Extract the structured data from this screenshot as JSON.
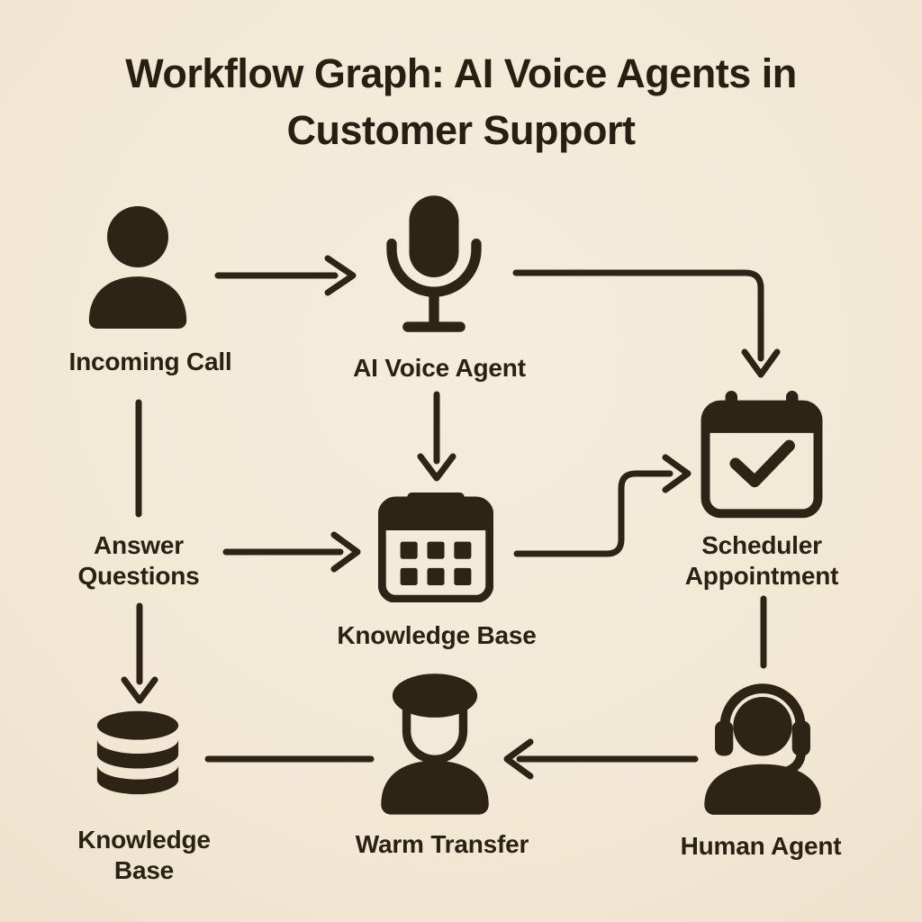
{
  "title": "Workflow Graph: AI Voice Agents in\nCustomer Support",
  "colors": {
    "background": "#f2e9d8",
    "ink": "#2e2416"
  },
  "nodes": {
    "incoming_call": {
      "label": "Incoming Call",
      "icon": "person-icon"
    },
    "ai_voice_agent": {
      "label": "AI Voice Agent",
      "icon": "microphone-icon"
    },
    "scheduler_appointment": {
      "label": "Scheduler\nAppointment",
      "icon": "calendar-check-icon"
    },
    "answer_questions": {
      "label": "Answer\nQuestions"
    },
    "knowledge_base_center": {
      "label": "Knowledge Base",
      "icon": "calendar-grid-icon"
    },
    "knowledge_base_db": {
      "label": "Knowledge\nBase",
      "icon": "database-icon"
    },
    "warm_transfer": {
      "label": "Warm Transfer",
      "icon": "person-hat-icon"
    },
    "human_agent": {
      "label": "Human Agent",
      "icon": "headset-person-icon"
    }
  },
  "edges": [
    {
      "from": "incoming_call",
      "to": "ai_voice_agent",
      "style": "arrow-right"
    },
    {
      "from": "ai_voice_agent",
      "to": "scheduler_appointment",
      "style": "elbow-arrow-down"
    },
    {
      "from": "ai_voice_agent",
      "to": "knowledge_base_center",
      "style": "arrow-down"
    },
    {
      "from": "incoming_call",
      "to": "answer_questions",
      "style": "plain-line-down"
    },
    {
      "from": "answer_questions",
      "to": "knowledge_base_center",
      "style": "arrow-right"
    },
    {
      "from": "answer_questions",
      "to": "knowledge_base_db",
      "style": "arrow-down"
    },
    {
      "from": "knowledge_base_center",
      "to": "scheduler_appointment",
      "style": "elbow-arrow-up-right"
    },
    {
      "from": "scheduler_appointment",
      "to": "human_agent",
      "style": "plain-line-down"
    },
    {
      "from": "human_agent",
      "to": "warm_transfer",
      "style": "arrow-left"
    },
    {
      "from": "warm_transfer",
      "to": "knowledge_base_db",
      "style": "plain-line-left"
    }
  ]
}
